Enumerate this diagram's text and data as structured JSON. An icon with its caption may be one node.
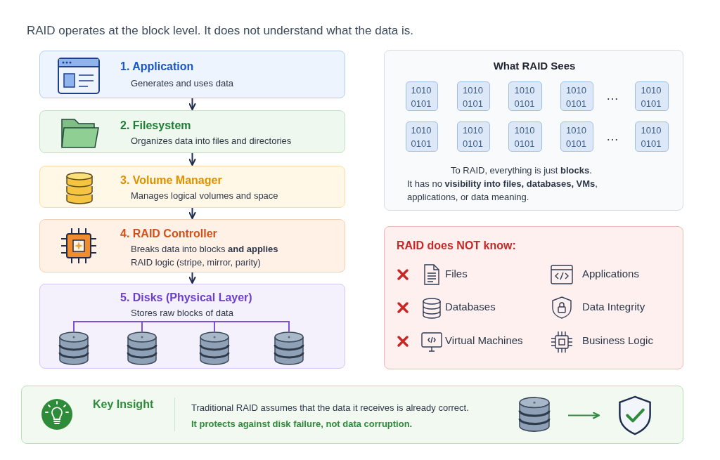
{
  "diagram": {
    "title": "RAID operates at the block level. It does not understand what the data is.",
    "nodes": [
      {
        "text": [
          "1. Application",
          "Generates and uses data"
        ]
      },
      {
        "text": [
          "2. Filesystem",
          "Organizes data into files and directories"
        ]
      },
      {
        "text": [
          "3. Volume Manager",
          "Manages logical volumes and space"
        ]
      },
      {
        "text": [
          "4. RAID Controller",
          "Breaks data into blocks **and applies** RAID logic (stripe, mirror, parity)"
        ]
      },
      {
        "text": [
          "5. Disks (Physical Layer)",
          "Stores raw blocks of data"
        ]
      },
      {
        "text": [],
        "shape": "cylinder",
        "in": 4
      },
      {
        "text": [],
        "shape": "cylinder",
        "in": 4
      },
      {
        "text": [],
        "shape": "cylinder",
        "in": 4
      },
      {
        "text": [],
        "shape": "cylinder",
        "in": 4
      },
      {
        "text": [
          "What RAID Sees",
          "To RAID, everything is just **blocks**.",
          "It has no **visibility into files, databases, VMs**, applications, or data meaning."
        ]
      },
      {
        "text": [
          "1010 0101"
        ],
        "in": 9
      },
      {
        "text": [
          "1010 0101"
        ],
        "in": 9
      },
      {
        "text": [
          "1010 0101"
        ],
        "in": 9
      },
      {
        "text": [
          "1010 0101"
        ],
        "in": 9
      },
      {
        "text": [
          "1010 0101"
        ],
        "in": 9
      },
      {
        "text": [
          "1010 0101"
        ],
        "in": 9
      },
      {
        "text": [
          "1010 0101"
        ],
        "in": 9
      },
      {
        "text": [
          "1010 0101"
        ],
        "in": 9
      },
      {
        "text": [
          "1010 0101"
        ],
        "in": 9
      },
      {
        "text": [
          "1010 0101"
        ],
        "in": 9
      },
      {
        "text": [
          "RAID does NOT know:"
        ]
      },
      {
        "text": [
          "Key Insight",
          "Traditional RAID assumes that the data it receives is already correct.",
          "It protects against disk failure, not data corruption."
        ]
      },
      {
        "text": [],
        "shape": "cylinder",
        "in": 21
      },
      {
        "text": [],
        "shape": "shield",
        "in": 21
      }
    ],
    "edges": [
      {
        "from": 0,
        "to": 1,
        "arrow": "to"
      },
      {
        "from": 1,
        "to": 2,
        "arrow": "to"
      },
      {
        "from": 2,
        "to": 3,
        "arrow": "to"
      },
      {
        "from": 3,
        "to": 4,
        "arrow": "to"
      },
      {
        "from": 5,
        "to": 6,
        "arrow": "none",
        "color": "#7b52d6"
      },
      {
        "from": 6,
        "to": 7,
        "arrow": "none",
        "color": "#7b52d6"
      },
      {
        "from": 7,
        "to": 8,
        "arrow": "none",
        "color": "#7b52d6"
      },
      {
        "from": 22,
        "to": 23,
        "arrow": "to",
        "color": "#2e8b3a"
      }
    ],
    "labels": [
      "…",
      "…",
      "Files",
      "Applications",
      "Databases",
      "Data Integrity",
      "Virtual Machines",
      "Business Logic"
    ]
  }
}
